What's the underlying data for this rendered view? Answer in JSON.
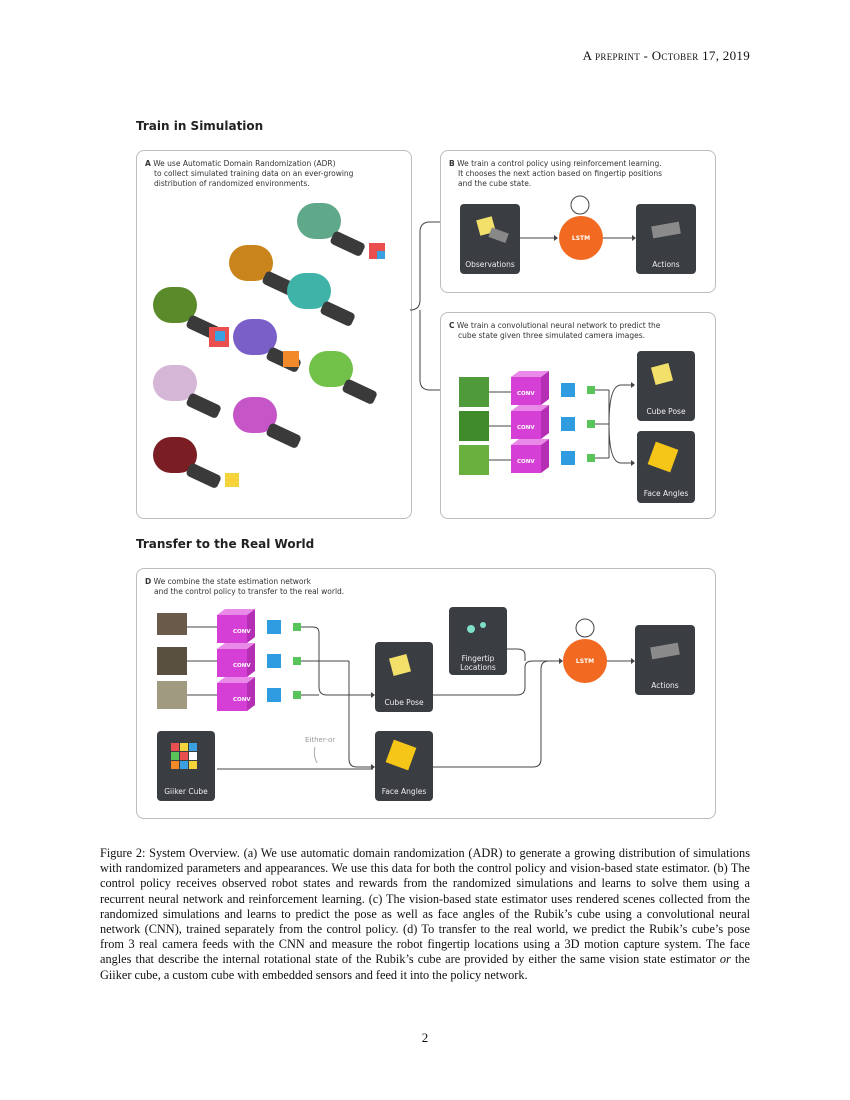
{
  "header": "A preprint - October 17, 2019",
  "sections": {
    "train_title": "Train in Simulation",
    "transfer_title": "Transfer to the Real World"
  },
  "panels": {
    "a": {
      "letter": "A",
      "text_line1": "We use Automatic Domain Randomization (ADR)",
      "text_line2": "to collect simulated training data on an ever-growing",
      "text_line3": "distribution of randomized environments."
    },
    "b": {
      "letter": "B",
      "text_line1": "We train a control policy using reinforcement learning.",
      "text_line2": "It chooses the next action based on fingertip positions",
      "text_line3": "and the cube state.",
      "observations": "Observations",
      "lstm": "LSTM",
      "actions": "Actions"
    },
    "c": {
      "letter": "C",
      "text_line1": "We train a convolutional neural network to predict the",
      "text_line2": "cube state given three simulated camera images.",
      "conv": "CONV",
      "cube_pose": "Cube Pose",
      "face_angles": "Face Angles"
    },
    "d": {
      "letter": "D",
      "text_line1": "We combine the state estimation network",
      "text_line2": "and the control policy to transfer to the real world.",
      "conv": "CONV",
      "fingertip_line1": "Fingertip",
      "fingertip_line2": "Locations",
      "lstm": "LSTM",
      "actions": "Actions",
      "cube_pose": "Cube Pose",
      "face_angles": "Face Angles",
      "giiker": "Giiker Cube",
      "either_or": "Either-or"
    }
  },
  "caption": {
    "p1": "Figure 2: System Overview. (a) We use automatic domain randomization (ADR) to generate a growing distribution of simulations with randomized parameters and appearances. We use this data for both the control policy and vision-based state estimator. (b) The control policy receives observed robot states and rewards from the randomized simulations and learns to solve them using a recurrent neural network and reinforcement learning. (c) The vision-based state estimator uses rendered scenes collected from the randomized simulations and learns to predict the pose as well as face angles of the Rubik’s cube using a convolutional neural network (CNN), trained separately from the control policy. (d) To transfer to the real world, we predict the Rubik’s cube’s pose from 3 real camera feeds with the CNN and measure the robot fingertip locations using a 3D motion capture system. The face angles that describe the internal rotational state of the Rubik’s cube are provided by either the same vision state estimator ",
    "or": "or",
    "p2": " the Giiker cube, a custom cube with embedded sensors and feed it into the policy network."
  },
  "page_number": "2",
  "colors": {
    "conv": "#d63fd6",
    "lstm": "#f26a21",
    "card": "#3a3d42",
    "blue_feature": "#2f9be0",
    "green_feature": "#58c45a"
  }
}
